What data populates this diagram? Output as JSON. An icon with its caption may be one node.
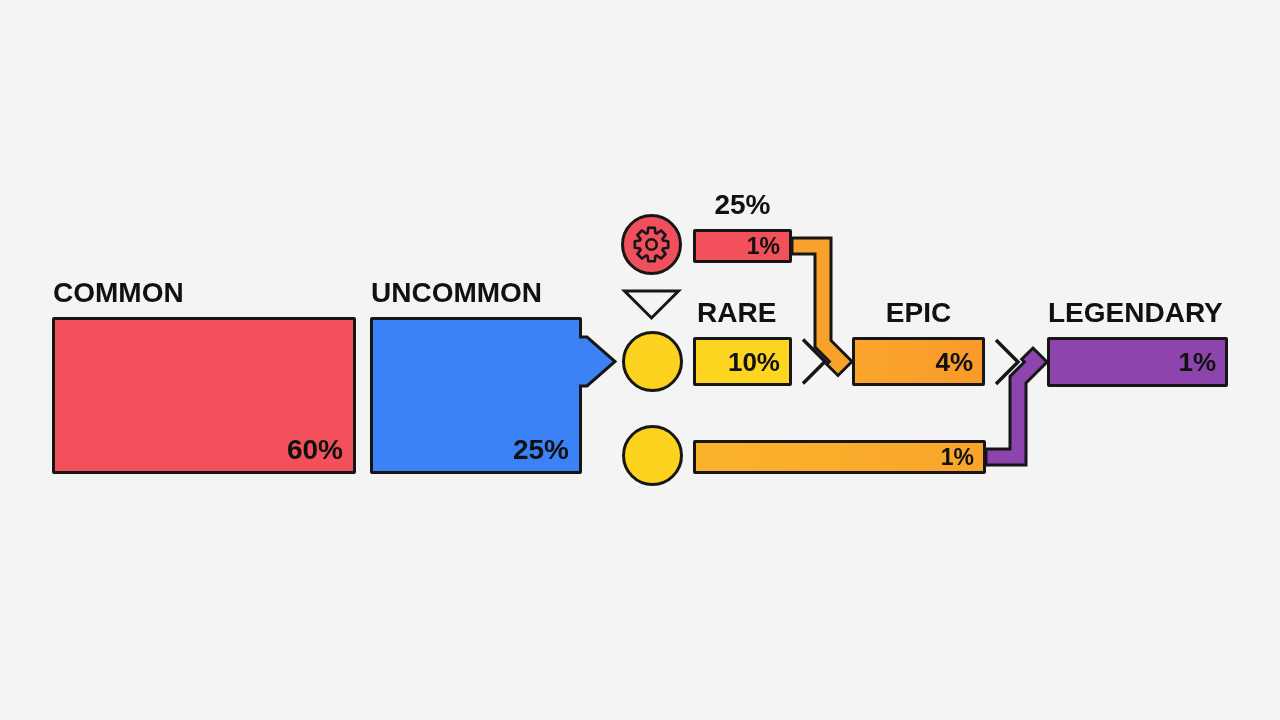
{
  "diagram": {
    "nodes": [
      {
        "text": [
          "COMMON",
          "60%"
        ]
      },
      {
        "text": [
          "UNCOMMON",
          "25%"
        ]
      },
      {
        "text": [],
        "shape": "circle"
      },
      {
        "text": [
          "25%",
          "1%"
        ]
      },
      {
        "text": [],
        "shape": "circle"
      },
      {
        "text": [
          "RARE",
          "10%"
        ]
      },
      {
        "text": [
          "EPIC",
          "4%"
        ]
      },
      {
        "text": [
          "LEGENDARY",
          "1%"
        ]
      },
      {
        "text": [],
        "shape": "circle"
      },
      {
        "text": [
          "1%"
        ]
      }
    ],
    "edges": [
      {
        "from": 1,
        "to": 4,
        "arrow": "to",
        "style": "thick",
        "color": "#3b82f6"
      },
      {
        "from": 2,
        "to": 4,
        "arrow": "to"
      },
      {
        "from": 3,
        "to": 6,
        "arrow": "to",
        "style": "thick",
        "color": "#f9a22b"
      },
      {
        "from": 5,
        "to": 6,
        "arrow": "to"
      },
      {
        "from": 6,
        "to": 7,
        "arrow": "to"
      },
      {
        "from": 9,
        "to": 7,
        "arrow": "to",
        "style": "thick",
        "color": "#8e44ad"
      }
    ]
  }
}
